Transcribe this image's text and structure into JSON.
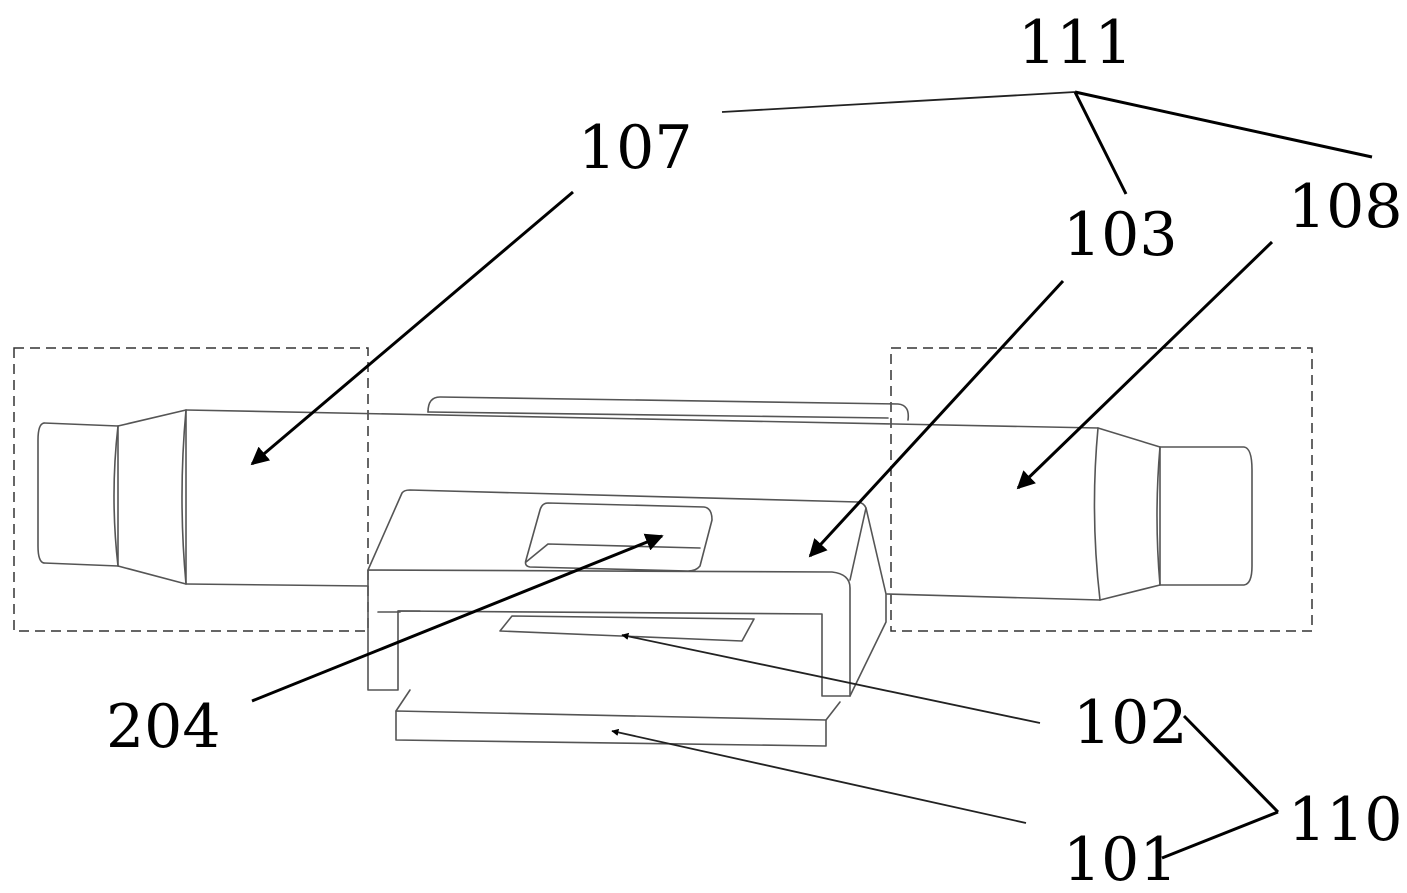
{
  "labels": {
    "l111": "111",
    "l107": "107",
    "l103": "103",
    "l108": "108",
    "l204": "204",
    "l102": "102",
    "l110": "110",
    "l101": "101"
  },
  "colors": {
    "line": "#555555",
    "leader": "#000000",
    "background": "#ffffff"
  }
}
